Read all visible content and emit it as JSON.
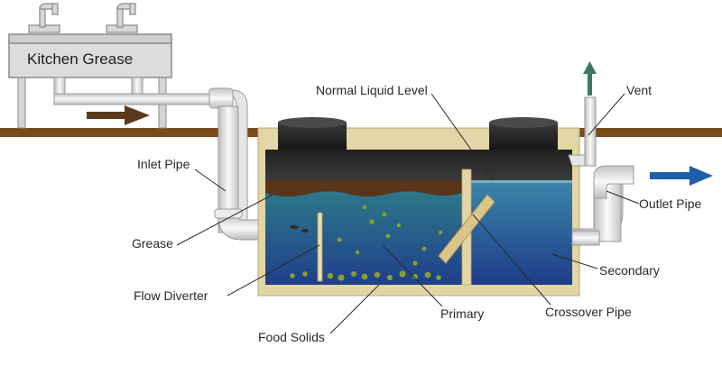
{
  "title": "Kitchen Grease",
  "labels": {
    "normal_liquid_level": "Normal Liquid Level",
    "vent": "Vent",
    "inlet_pipe": "Inlet Pipe",
    "outlet_pipe": "Outlet Pipe",
    "grease": "Grease",
    "secondary": "Secondary",
    "flow_diverter": "Flow Diverter",
    "primary": "Primary",
    "crossover_pipe": "Crossover Pipe",
    "food_solids": "Food Solids"
  },
  "colors": {
    "soil": "#7a4b1c",
    "concrete": "#e3d6a6",
    "water_top": "#2e7a86",
    "water_bottom": "#1f3f8c",
    "grease_layer": "#5a3418",
    "lid": "#1c1c1c",
    "flow_arrow": "#5a3a1a",
    "outflow_arrow": "#1f5fa8",
    "vent_arrow": "#3a7a64",
    "pipe": "#e4e4e4"
  }
}
